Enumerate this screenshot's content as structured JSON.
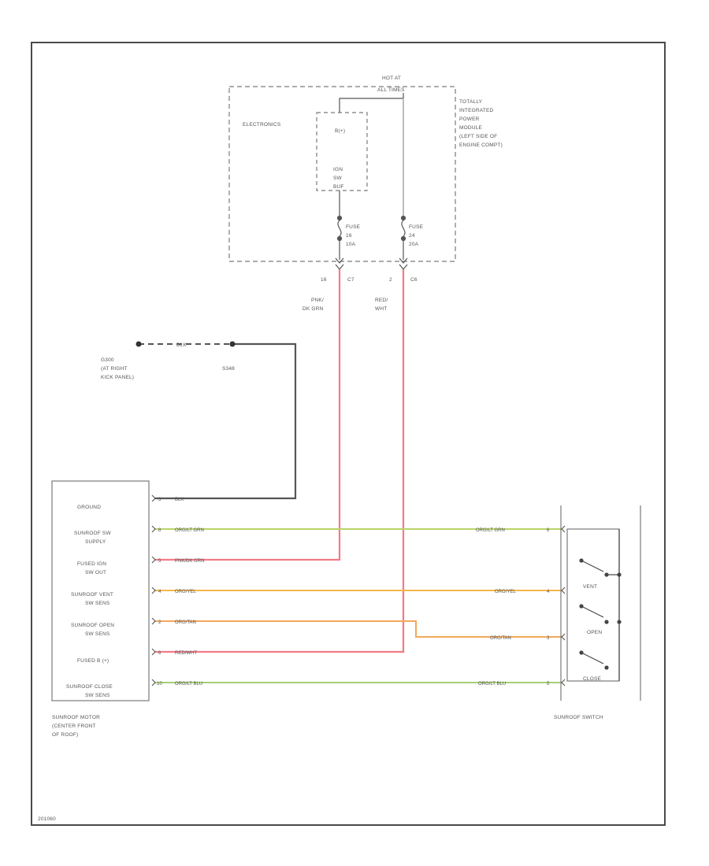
{
  "tipm": {
    "hot_at": "HOT AT",
    "hot_at_state": "ALL TIMES",
    "name_lines": [
      "TOTALLY",
      "INTEGRATED",
      "POWER",
      "MODULE",
      "(LEFT SIDE OF",
      "ENGINE COMPT)"
    ],
    "electronics": "ELECTRONICS",
    "relay_label": "B(+)",
    "ign_lines": [
      "IGN",
      "SW",
      "BUF"
    ],
    "fuse_left": [
      "FUSE",
      "16",
      "10A"
    ],
    "fuse_right": [
      "FUSE",
      "24",
      "20A"
    ],
    "pin_left_num": "16",
    "pin_left_conn": "C7",
    "pin_right_num": "2",
    "pin_right_conn": "C6"
  },
  "wires": {
    "left_color_lines": [
      "PNK/",
      "DK GRN"
    ],
    "right_color_lines": [
      "RED/",
      "WHT"
    ],
    "ground_wire": "BLK"
  },
  "ground": {
    "g300_lines": [
      "G300",
      "(AT RIGHT",
      "KICK PANEL)"
    ],
    "splice": "S348"
  },
  "motor": {
    "pins": [
      {
        "label_lines": [
          "GROUND"
        ],
        "pin": "3",
        "wire": "BLK"
      },
      {
        "label_lines": [
          "SUNROOF SW",
          "SUPPLY"
        ],
        "pin": "8",
        "wire": "ORG/LT GRN"
      },
      {
        "label_lines": [
          "FUSED IGN",
          "SW OUT"
        ],
        "pin": "5",
        "wire": "PNK/DK GRN"
      },
      {
        "label_lines": [
          "SUNROOF VENT",
          "SW SENS"
        ],
        "pin": "4",
        "wire": "ORG/YEL"
      },
      {
        "label_lines": [
          "SUNROOF OPEN",
          "SW SENS"
        ],
        "pin": "2",
        "wire": "ORG/TAN"
      },
      {
        "label_lines": [
          "FUSED B (+)"
        ],
        "pin": "6",
        "wire": "RED/WHT"
      },
      {
        "label_lines": [
          "SUNROOF CLOSE",
          "SW SENS"
        ],
        "pin": "10",
        "wire": "ORG/LT BLU"
      }
    ],
    "name_lines": [
      "SUNROOF MOTOR",
      "(CENTER FRONT",
      "OF ROOF)"
    ]
  },
  "switch": {
    "name": "SUNROOF SWITCH",
    "pins": [
      {
        "wire": "ORG/LT GRN",
        "pin": "6"
      },
      {
        "wire": "ORG/YEL",
        "pin": "4"
      },
      {
        "wire": "ORG/TAN",
        "pin": "3"
      },
      {
        "wire": "ORG/LT BLU",
        "pin": "5"
      }
    ],
    "positions": [
      "VENT",
      "OPEN",
      "CLOSE"
    ]
  },
  "footer": {
    "code": "201060"
  },
  "colors": {
    "frame": "#4a4a4a",
    "dashed": "#7a7a7a",
    "pink": "#f47a87",
    "gray_wire": "#555555",
    "white_wire": "#bdbdbd",
    "org_yel": "#f4b648",
    "org_tan": "#f2a85a",
    "org_grn": "#b9d36a",
    "org_blu": "#a6cf74"
  }
}
